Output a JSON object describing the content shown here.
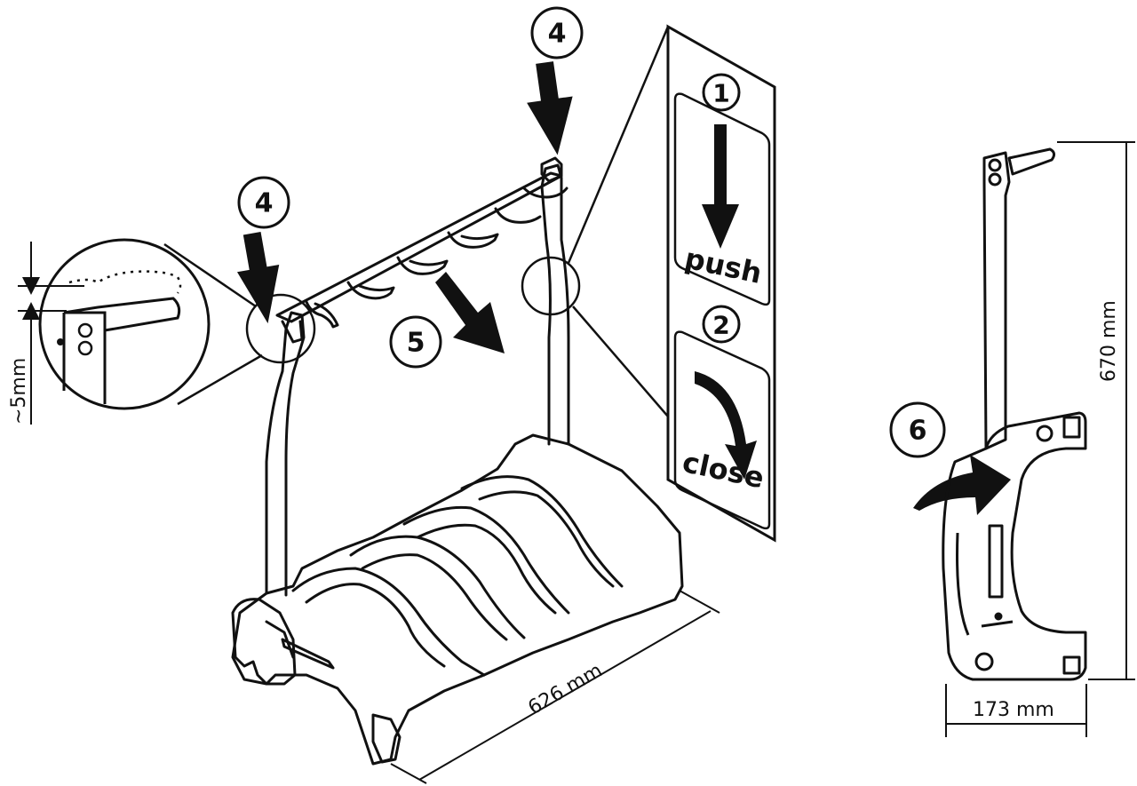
{
  "steps": [
    {
      "number": "4"
    },
    {
      "number": "4"
    },
    {
      "number": "5"
    },
    {
      "number": "6"
    }
  ],
  "instruction_panel": {
    "step1_number": "1",
    "step1_word": "push",
    "step2_number": "2",
    "step2_word": "close"
  },
  "dimensions": {
    "width": "626 mm",
    "height": "670 mm",
    "depth": "173 mm",
    "gap": "~5mm"
  },
  "colors": {
    "line": "#111111",
    "fill": "#ffffff"
  }
}
